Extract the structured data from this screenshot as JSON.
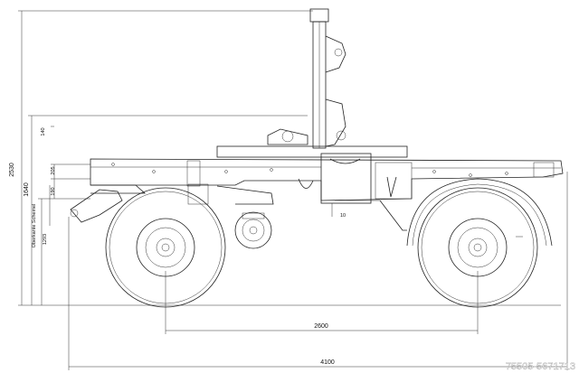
{
  "dimensions": {
    "total_height": "2530",
    "fifth_wheel_height": "1640",
    "oberkante_label": "Oberkante Schemel",
    "seg_1293": "1293",
    "seg_190": "190",
    "seg_205": "205",
    "seg_140": "140",
    "wheelbase": "2600",
    "overall_length": "4100",
    "small_10": "10"
  },
  "watermark": "75505-5671713"
}
